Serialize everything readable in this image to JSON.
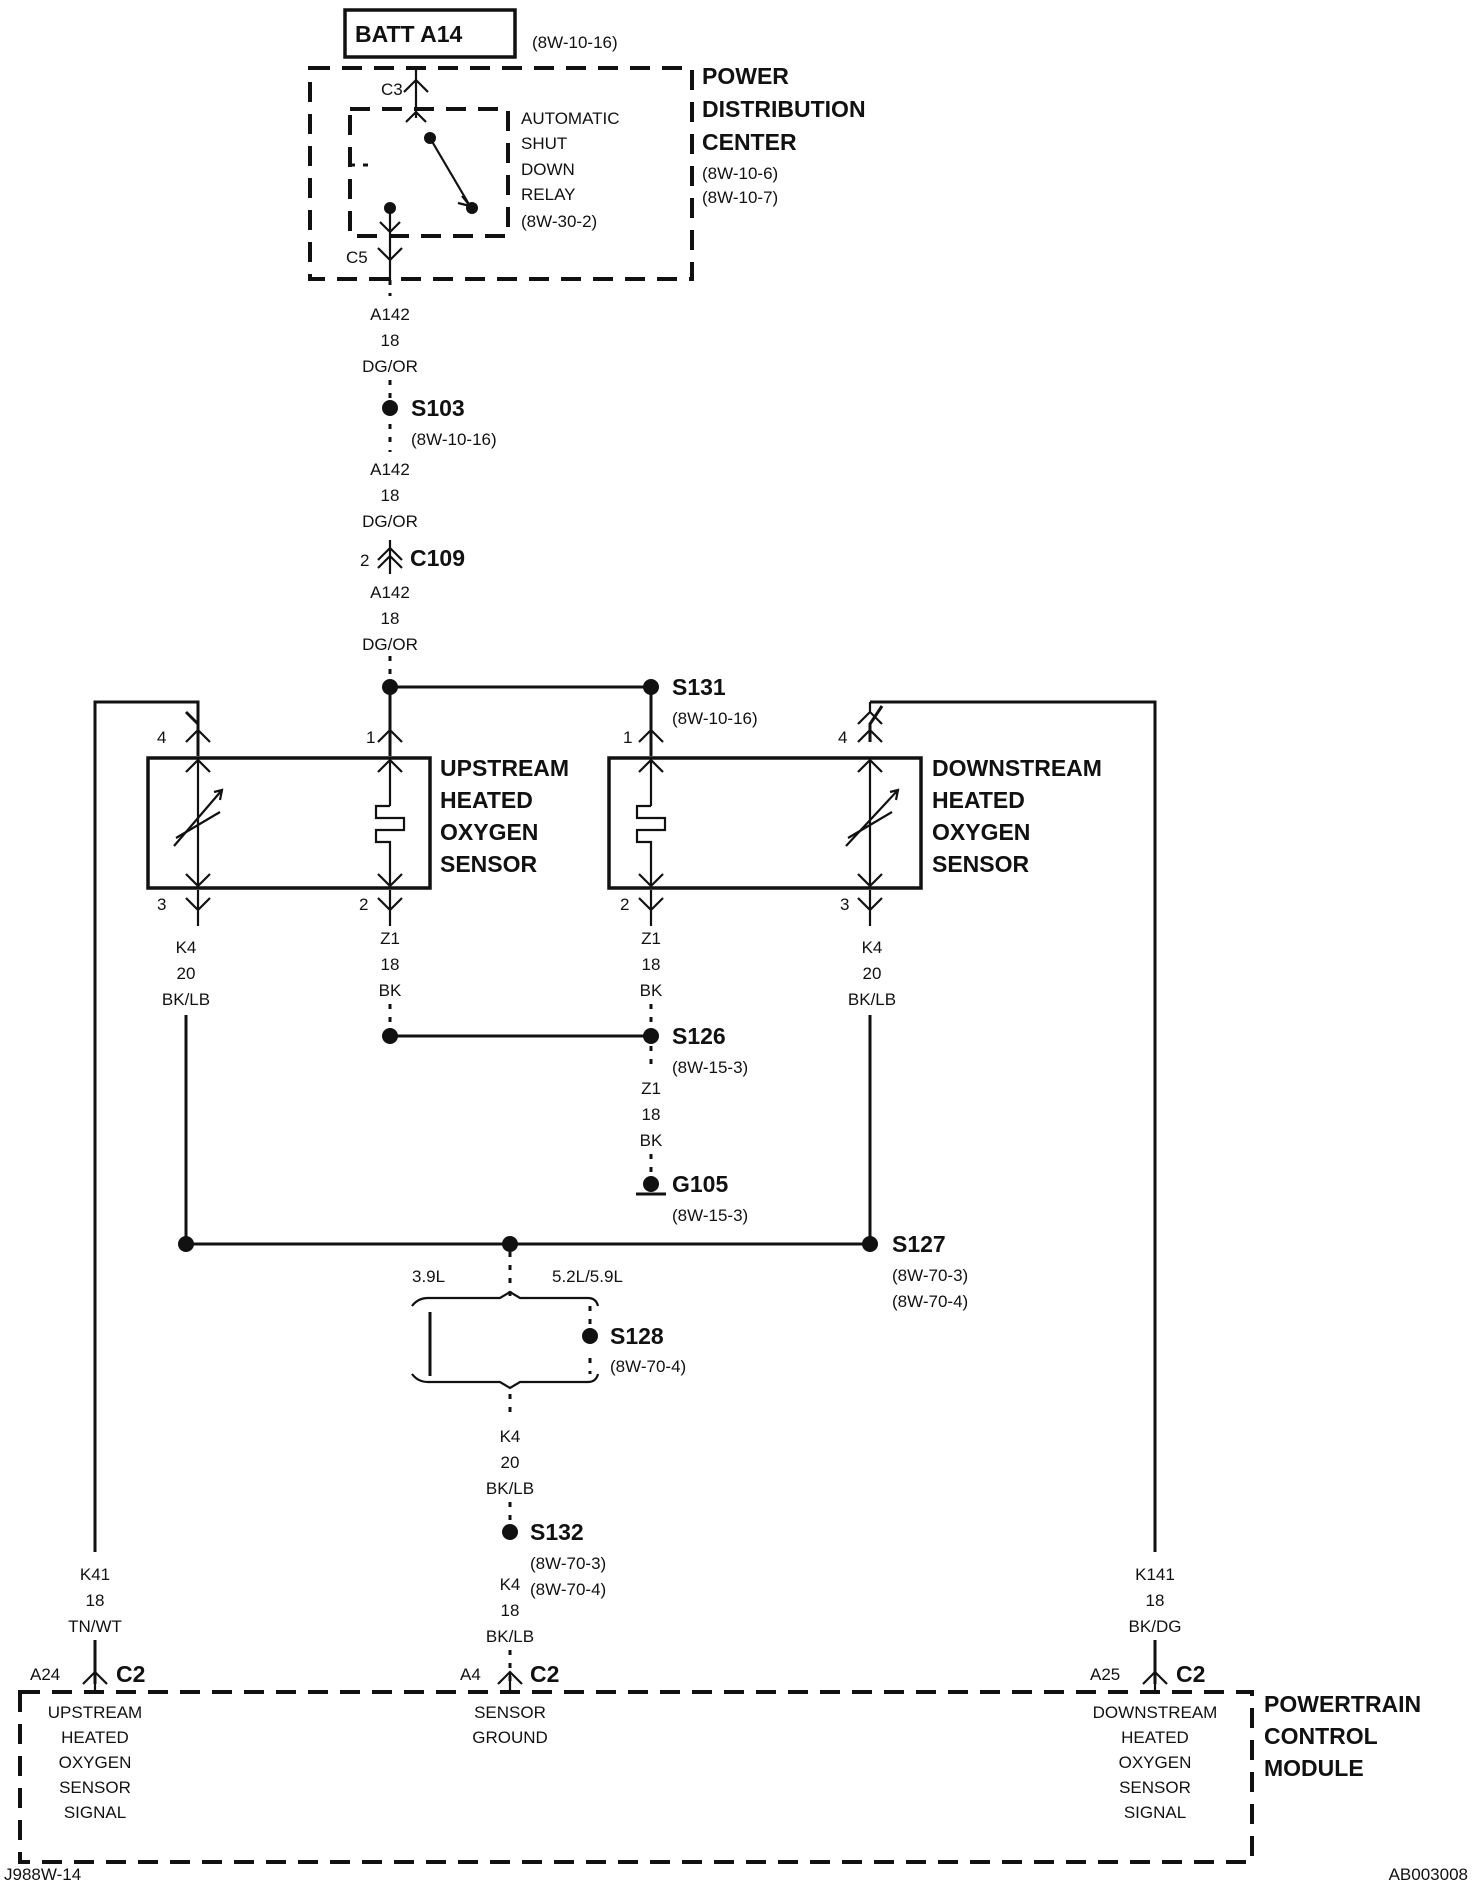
{
  "batt": {
    "label": "BATT A14",
    "ref": "(8W-10-16)"
  },
  "pdc": {
    "name": [
      "POWER",
      "DISTRIBUTION",
      "CENTER"
    ],
    "refs": [
      "(8W-10-6)",
      "(8W-10-7)"
    ],
    "conn_c3": "C3",
    "conn_c5": "C5"
  },
  "asd_relay": {
    "name": [
      "AUTOMATIC",
      "SHUT",
      "DOWN",
      "RELAY"
    ],
    "ref": "(8W-30-2)"
  },
  "wire_a142": {
    "circuit": "A142",
    "gauge": "18",
    "color": "DG/OR"
  },
  "s103": {
    "label": "S103",
    "ref": "(8W-10-16)"
  },
  "c109": {
    "label": "C109",
    "pin": "2"
  },
  "s131": {
    "label": "S131",
    "ref": "(8W-10-16)"
  },
  "upstream_sensor": {
    "name": [
      "UPSTREAM",
      "HEATED",
      "OXYGEN",
      "SENSOR"
    ],
    "pins": [
      "4",
      "1",
      "3",
      "2"
    ]
  },
  "downstream_sensor": {
    "name": [
      "DOWNSTREAM",
      "HEATED",
      "OXYGEN",
      "SENSOR"
    ],
    "pins": [
      "1",
      "4",
      "2",
      "3"
    ]
  },
  "wire_k4_20": {
    "circuit": "K4",
    "gauge": "20",
    "color": "BK/LB"
  },
  "wire_z1": {
    "circuit": "Z1",
    "gauge": "18",
    "color": "BK"
  },
  "s126": {
    "label": "S126",
    "ref": "(8W-15-3)"
  },
  "g105": {
    "label": "G105",
    "ref": "(8W-15-3)"
  },
  "s127": {
    "label": "S127",
    "refs": [
      "(8W-70-3)",
      "(8W-70-4)"
    ]
  },
  "engine_options": [
    "3.9L",
    "5.2L/5.9L"
  ],
  "s128": {
    "label": "S128",
    "ref": "(8W-70-4)"
  },
  "s132": {
    "label": "S132",
    "refs": [
      "(8W-70-3)",
      "(8W-70-4)"
    ]
  },
  "wire_k4_18": {
    "circuit": "K4",
    "gauge": "18",
    "color": "BK/LB"
  },
  "wire_k41": {
    "circuit": "K41",
    "gauge": "18",
    "color": "TN/WT"
  },
  "wire_k141": {
    "circuit": "K141",
    "gauge": "18",
    "color": "BK/DG"
  },
  "pcm": {
    "name": [
      "POWERTRAIN",
      "CONTROL",
      "MODULE"
    ],
    "connector": "C2",
    "pins": {
      "a24": "A24",
      "a4": "A4",
      "a25": "A25"
    },
    "upstream_signal": [
      "UPSTREAM",
      "HEATED",
      "OXYGEN",
      "SENSOR",
      "SIGNAL"
    ],
    "sensor_ground": [
      "SENSOR",
      "GROUND"
    ],
    "downstream_signal": [
      "DOWNSTREAM",
      "HEATED",
      "OXYGEN",
      "SENSOR",
      "SIGNAL"
    ]
  },
  "footer": {
    "left": "J988W-14",
    "right": "AB003008"
  }
}
